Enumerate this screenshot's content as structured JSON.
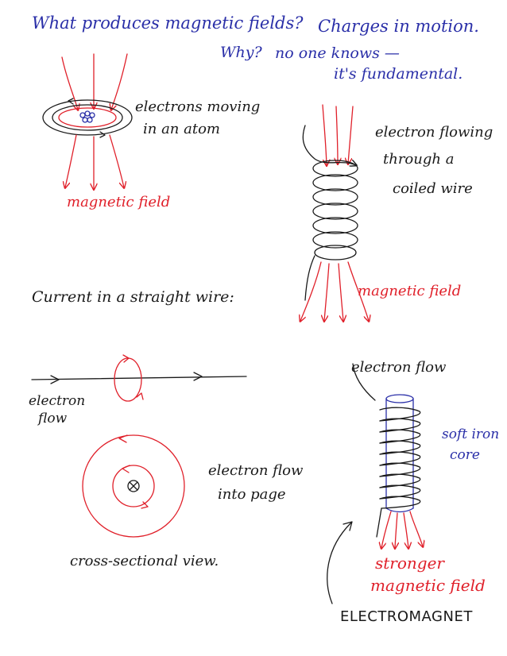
{
  "header": {
    "question": "What produces magnetic fields?",
    "answer": "Charges in motion.",
    "why": "Why?",
    "no_one_knows": "no one knows —",
    "fundamental": "it's fundamental."
  },
  "atom": {
    "label_line1": "electrons moving",
    "label_line2": "in an atom",
    "field_label": "magnetic field"
  },
  "coil": {
    "label_line1": "electron flowing",
    "label_line2": "through a",
    "label_line3": "coiled wire",
    "field_label": "magnetic field"
  },
  "straight_wire": {
    "title": "Current in a straight wire:",
    "flow_line1": "electron",
    "flow_line2": "flow",
    "into_line1": "electron flow",
    "into_line2": "into page",
    "cross_section": "cross-sectional view."
  },
  "electromagnet": {
    "flow_label": "electron flow",
    "core_line1": "soft iron",
    "core_line2": "core",
    "field_line1": "stronger",
    "field_line2": "magnetic field",
    "name": "ELECTROMAGNET"
  },
  "colors": {
    "blue_ink": "#2a2fa8",
    "black_ink": "#1a1a1a",
    "red_ink": "#e0202a"
  }
}
